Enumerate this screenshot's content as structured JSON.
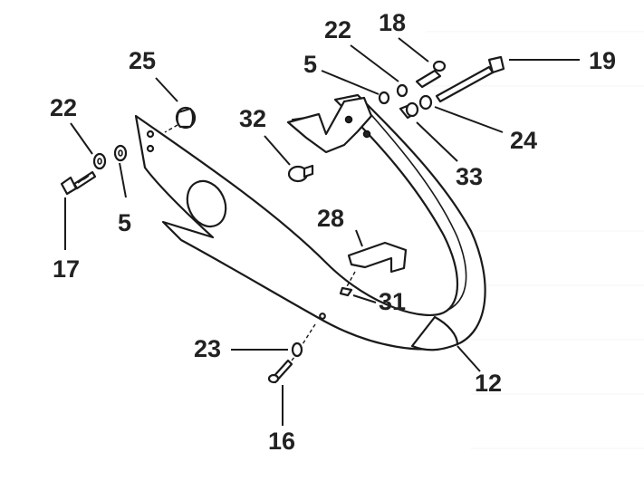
{
  "callouts": {
    "c18": "18",
    "c22a": "22",
    "c25": "25",
    "c5a": "5",
    "c19": "19",
    "c22b": "22",
    "c32": "32",
    "c24": "24",
    "c5b": "5",
    "c33": "33",
    "c17": "17",
    "c28": "28",
    "c31": "31",
    "c23": "23",
    "c12": "12",
    "c16": "16"
  }
}
